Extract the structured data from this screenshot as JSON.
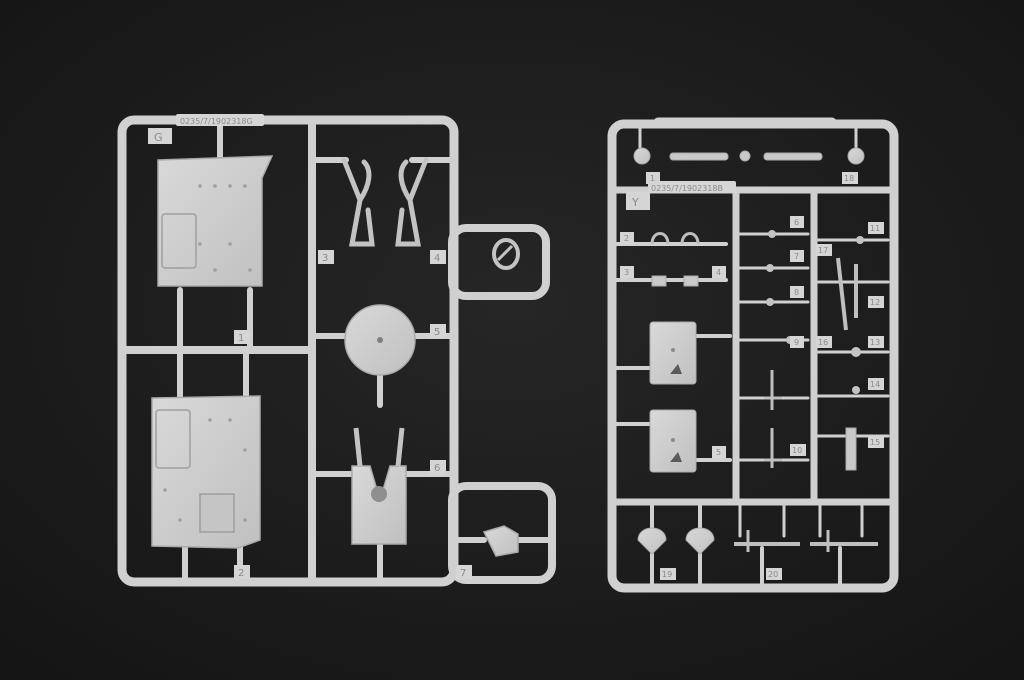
{
  "photo": {
    "background_color": "#1c1c1c",
    "plastic_color": "#cfd0cf",
    "plastic_shadow": "#a9aaa9"
  },
  "sprue_g": {
    "letter": "G",
    "code": "0235/7/1902318G",
    "part_numbers": [
      "1",
      "2",
      "3",
      "4",
      "5",
      "6",
      "7"
    ]
  },
  "sprue_y": {
    "letter": "Y",
    "code": "0235/7/1902318B",
    "part_numbers": [
      "1",
      "2",
      "3",
      "4",
      "5",
      "6",
      "7",
      "8",
      "9",
      "10",
      "11",
      "12",
      "13",
      "14",
      "15",
      "16",
      "17",
      "18",
      "19",
      "20"
    ]
  }
}
